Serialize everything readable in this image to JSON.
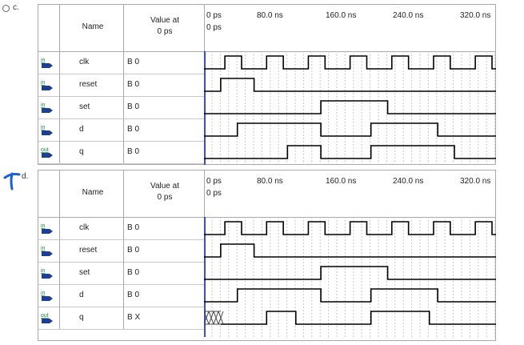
{
  "options": [
    {
      "id": "c",
      "label": "c.",
      "header": {
        "name": "Name",
        "value_at": "Value at",
        "value_time": "0 ps"
      },
      "ticks": [
        "0 ps",
        "80.0 ns",
        "160.0 ns",
        "240.0 ns",
        "320.0 ns"
      ],
      "cursor": "0 ps",
      "signals": [
        {
          "dir": "in",
          "name": "clk",
          "value": "B 0"
        },
        {
          "dir": "in",
          "name": "reset",
          "value": "B 0"
        },
        {
          "dir": "in",
          "name": "set",
          "value": "B 0"
        },
        {
          "dir": "in",
          "name": "d",
          "value": "B 0"
        },
        {
          "dir": "out",
          "name": "q",
          "value": "B 0"
        }
      ]
    },
    {
      "id": "d",
      "label": "d.",
      "header": {
        "name": "Name",
        "value_at": "Value at",
        "value_time": "0 ps"
      },
      "ticks": [
        "0 ps",
        "80.0 ns",
        "160.0 ns",
        "240.0 ns",
        "320.0 ns"
      ],
      "cursor": "0 ps",
      "signals": [
        {
          "dir": "in",
          "name": "clk",
          "value": "B 0"
        },
        {
          "dir": "in",
          "name": "reset",
          "value": "B 0"
        },
        {
          "dir": "in",
          "name": "set",
          "value": "B 0"
        },
        {
          "dir": "in",
          "name": "d",
          "value": "B 0"
        },
        {
          "dir": "out",
          "name": "q",
          "value": "B X"
        }
      ]
    }
  ],
  "waveforms_ns": {
    "clk": [
      [
        0,
        0
      ],
      [
        25,
        1
      ],
      [
        45,
        0
      ],
      [
        75,
        1
      ],
      [
        95,
        0
      ],
      [
        125,
        1
      ],
      [
        145,
        0
      ],
      [
        175,
        1
      ],
      [
        195,
        0
      ],
      [
        225,
        1
      ],
      [
        245,
        0
      ],
      [
        275,
        1
      ],
      [
        295,
        0
      ],
      [
        325,
        1
      ],
      [
        345,
        0
      ]
    ],
    "reset": [
      [
        0,
        0
      ],
      [
        20,
        1
      ],
      [
        60,
        0
      ]
    ],
    "set": [
      [
        0,
        0
      ],
      [
        140,
        1
      ],
      [
        220,
        0
      ]
    ],
    "d": [
      [
        0,
        0
      ],
      [
        40,
        1
      ],
      [
        140,
        0
      ],
      [
        200,
        1
      ],
      [
        280,
        0
      ]
    ],
    "q_c": [
      [
        0,
        0
      ],
      [
        100,
        1
      ],
      [
        140,
        0
      ],
      [
        200,
        1
      ],
      [
        300,
        0
      ]
    ],
    "q_d_unknown_until": 20,
    "q_d": [
      [
        20,
        0
      ],
      [
        75,
        1
      ],
      [
        110,
        0
      ],
      [
        200,
        1
      ],
      [
        270,
        0
      ]
    ]
  },
  "colors": {
    "grid": "#c8c8c8",
    "wave": "#000000",
    "cursor": "#3b4cd8",
    "pin_in": "#1f8a3d",
    "pin_out": "#1f8a3d",
    "check": "#1a5fd6"
  }
}
